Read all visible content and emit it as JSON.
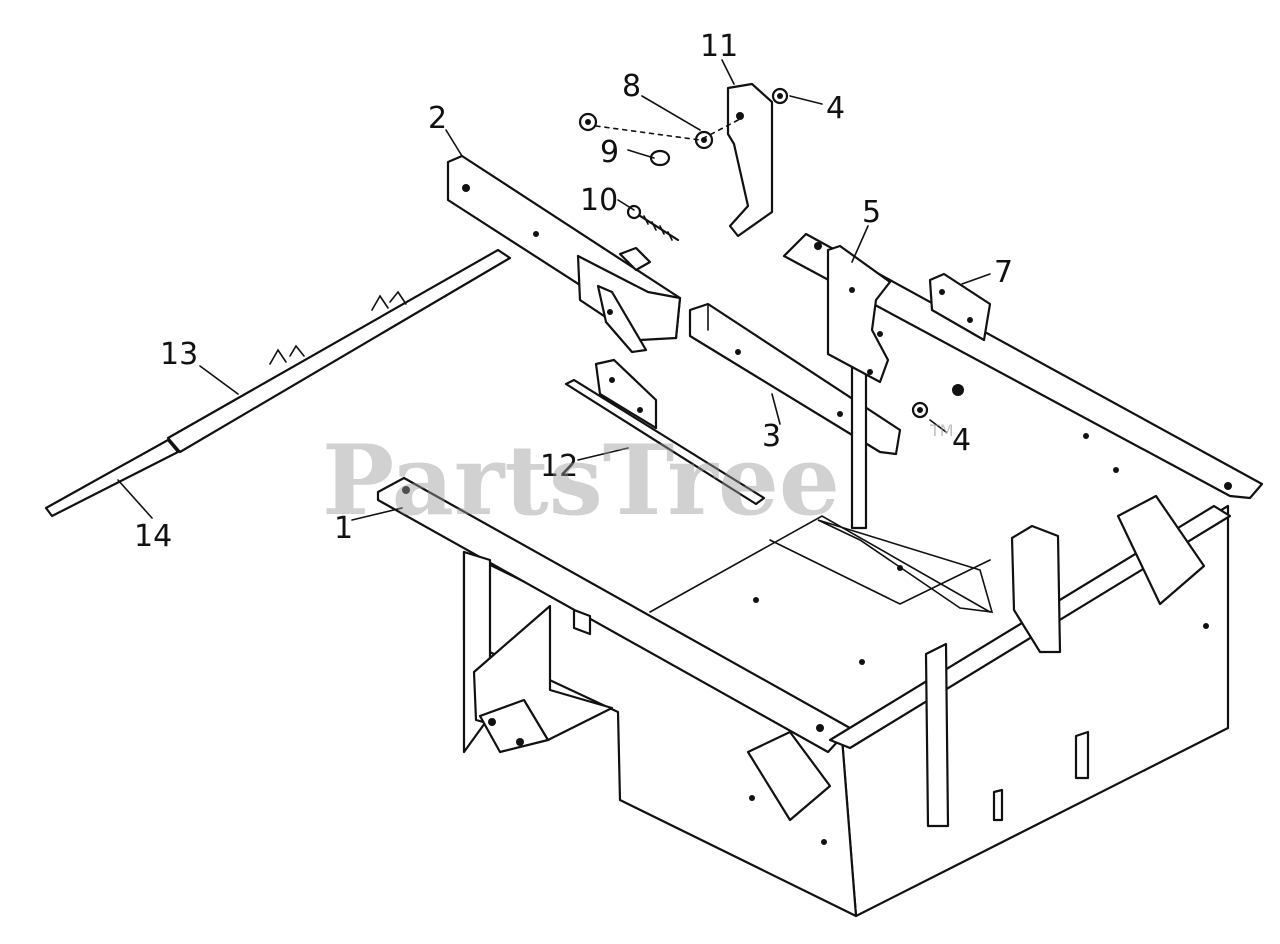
{
  "watermark": {
    "text": "PartsTree",
    "tm": "TM"
  },
  "callouts": {
    "c1": "1",
    "c2": "2",
    "c3": "3",
    "c4a": "4",
    "c4b": "4",
    "c5": "5",
    "c7": "7",
    "c8": "8",
    "c9": "9",
    "c10": "10",
    "c11": "11",
    "c12": "12",
    "c13": "13",
    "c14": "14"
  },
  "colors": {
    "line": "#111111",
    "background": "#ffffff",
    "watermark": "#9a9a9a"
  }
}
